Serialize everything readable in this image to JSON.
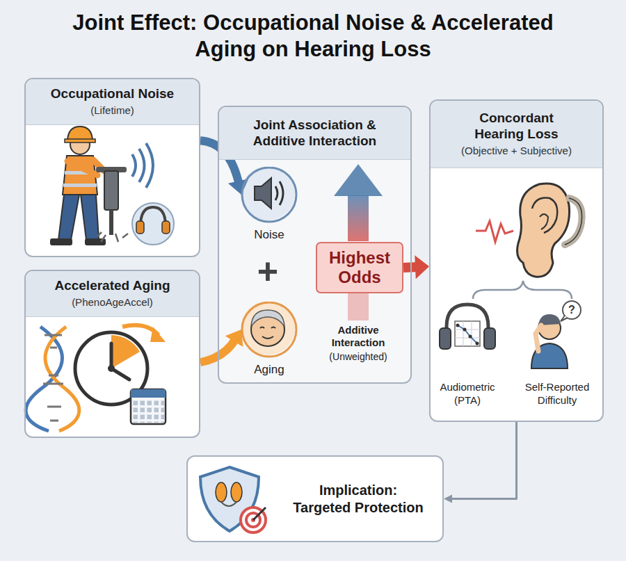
{
  "diagram": {
    "title": "Joint Effect: Occupational Noise & Accelerated Aging on Hearing Loss",
    "nodes": [
      {
        "text": [
          "Occupational Noise",
          "(Lifetime)"
        ]
      },
      {
        "text": [
          "Accelerated Aging",
          "(PhenoAgeAccel)"
        ]
      },
      {
        "text": [
          "Joint Association & Additive Interaction"
        ]
      },
      {
        "text": [
          "Noise"
        ],
        "in": 2
      },
      {
        "text": [
          "Aging"
        ],
        "in": 2
      },
      {
        "text": [
          "Highest Odds"
        ],
        "in": 2
      },
      {
        "text": [
          "Concordant Hearing Loss",
          "(Objective + Subjective)"
        ]
      },
      {
        "text": [
          "Implication: Targeted Protection"
        ]
      }
    ],
    "edges": [
      {
        "from": 0,
        "to": 3,
        "arrow": "to"
      },
      {
        "from": 1,
        "to": 4,
        "arrow": "to"
      },
      {
        "from": 5,
        "to": 6,
        "arrow": "to"
      },
      {
        "from": 6,
        "to": 7,
        "arrow": "to"
      }
    ],
    "labels": [
      "+",
      "Additive Interaction",
      "(Unweighted)",
      "Audiometric (PTA)",
      "Self-Reported Difficulty",
      "?"
    ]
  }
}
